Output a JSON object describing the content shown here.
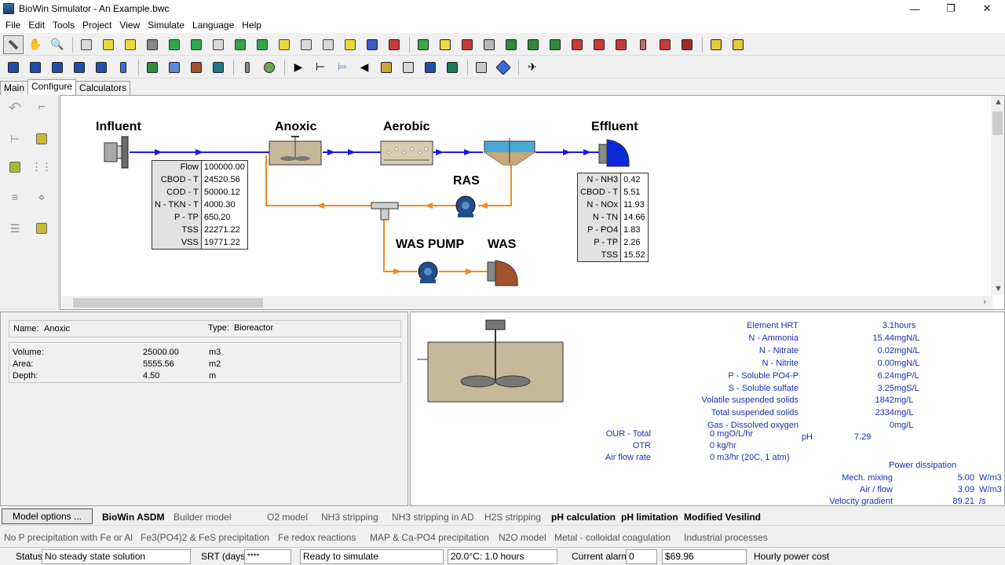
{
  "window": {
    "title": "BioWin Simulator - An Example.bwc",
    "minimize": "—",
    "maximize": "❐",
    "close": "✕"
  },
  "menu": [
    "File",
    "Edit",
    "Tools",
    "Project",
    "View",
    "Simulate",
    "Language",
    "Help"
  ],
  "tabs": [
    "Main",
    "Configure",
    "Calculators"
  ],
  "flowsheet": {
    "labels": {
      "influent": "Influent",
      "anoxic": "Anoxic",
      "aerobic": "Aerobic",
      "effluent": "Effluent",
      "ras": "RAS",
      "was_pump": "WAS PUMP",
      "was": "WAS"
    },
    "influent_table": [
      {
        "name": "Flow",
        "value": "100000.00"
      },
      {
        "name": "CBOD - T",
        "value": "24520.56"
      },
      {
        "name": "COD - T",
        "value": "50000.12"
      },
      {
        "name": "N - TKN - T",
        "value": "4000.30"
      },
      {
        "name": "P - TP",
        "value": "650.20"
      },
      {
        "name": "TSS",
        "value": "22271.22"
      },
      {
        "name": "VSS",
        "value": "19771.22"
      }
    ],
    "effluent_table": [
      {
        "name": "N - NH3",
        "value": "0.42"
      },
      {
        "name": "CBOD - T",
        "value": "5.51"
      },
      {
        "name": "N - NOx",
        "value": "11.93"
      },
      {
        "name": "N - TN",
        "value": "14.66"
      },
      {
        "name": "P - PO4",
        "value": "1.83"
      },
      {
        "name": "P - TP",
        "value": "2.26"
      },
      {
        "name": "TSS",
        "value": "15.52"
      }
    ]
  },
  "element": {
    "name_label": "Name:",
    "name": "Anoxic",
    "type_label": "Type:",
    "type": "Bioreactor",
    "props": [
      {
        "label": "Volume:",
        "value": "25000.00",
        "unit": "m3"
      },
      {
        "label": "Area:",
        "value": "5555.56",
        "unit": "m2"
      },
      {
        "label": "Depth:",
        "value": "4.50",
        "unit": "m"
      }
    ]
  },
  "results": [
    {
      "label": "Element HRT",
      "value": "3.1",
      "unit": "hours"
    },
    {
      "label": "N - Ammonia",
      "value": "15.44",
      "unit": "mgN/L"
    },
    {
      "label": "N - Nitrate",
      "value": "0.02",
      "unit": "mgN/L"
    },
    {
      "label": "N - Nitrite",
      "value": "0.00",
      "unit": "mgN/L"
    },
    {
      "label": "P - Soluble PO4-P",
      "value": "6.24",
      "unit": "mgP/L"
    },
    {
      "label": "S - Soluble sulfate",
      "value": "3.25",
      "unit": "mgS/L"
    },
    {
      "label": "Volatile suspended solids",
      "value": "1842",
      "unit": "mg/L"
    },
    {
      "label": "Total suspended solids",
      "value": "2334",
      "unit": "mg/L"
    },
    {
      "label": "Gas - Dissolved oxygen",
      "value": "0",
      "unit": "mg/L"
    }
  ],
  "aeration": [
    {
      "label": "OUR - Total",
      "value": "0 mgO/L/hr"
    },
    {
      "label": "OTR",
      "value": "0 kg/hr"
    },
    {
      "label": "Air flow rate",
      "value": "0 m3/hr (20C, 1 atm)"
    }
  ],
  "ph": {
    "label": "pH",
    "value": "7.29"
  },
  "power": {
    "title": "Power dissipation",
    "items": [
      {
        "label": "Mech. mixing",
        "value": "5.00",
        "unit": "W/m3"
      },
      {
        "label": "Air / flow",
        "value": "3.09",
        "unit": "W/m3"
      },
      {
        "label": "Velocity gradient",
        "value": "89.21",
        "unit": "/s"
      }
    ]
  },
  "model_options": {
    "button": "Model options ...",
    "row1": [
      {
        "label": "BioWin ASDM",
        "on": true
      },
      {
        "label": "Builder model",
        "on": false
      },
      {
        "label": "O2 model",
        "on": false
      },
      {
        "label": "NH3 stripping",
        "on": false
      },
      {
        "label": "NH3 stripping in AD",
        "on": false
      },
      {
        "label": "H2S stripping",
        "on": false
      },
      {
        "label": "pH calculation",
        "on": true
      },
      {
        "label": "pH limitation",
        "on": true
      },
      {
        "label": "Modified Vesilind",
        "on": true
      }
    ],
    "row2": [
      {
        "label": "No P precipitation with Fe or Al"
      },
      {
        "label": "Fe3(PO4)2 & FeS precipitation"
      },
      {
        "label": "Fe redox reactions"
      },
      {
        "label": "MAP & Ca-PO4 precipitation"
      },
      {
        "label": "N2O model"
      },
      {
        "label": "Metal - colloidal coagulation"
      },
      {
        "label": "Industrial processes"
      }
    ]
  },
  "status": {
    "status_label": "Status",
    "status_value": "No steady state solution",
    "srt_label": "SRT (days)",
    "srt_value": "****",
    "ready": "Ready to simulate",
    "temp": "20.0°C: 1.0 hours",
    "alarms_label": "Current alarms",
    "alarms_value": "0",
    "cost": "$69.96",
    "cost_label": "Hourly power cost"
  },
  "colors": {
    "main_flow": "#1a1ae6",
    "return_flow": "#f08c1e",
    "result_text": "#1b2fb0",
    "effluent_outlet": "#0a2ad8",
    "was_outlet": "#a0522d"
  }
}
